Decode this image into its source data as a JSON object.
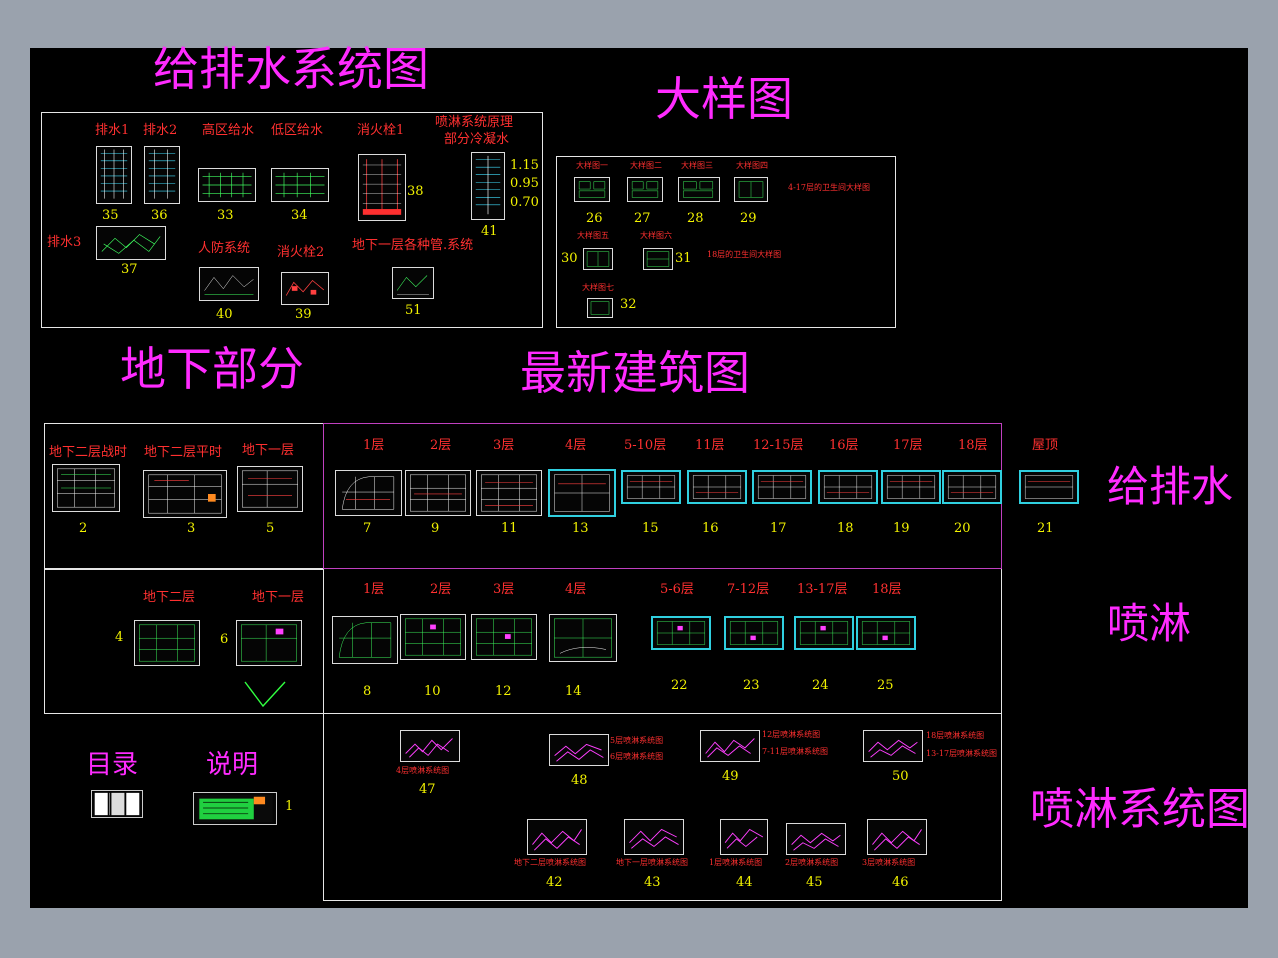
{
  "titles": {
    "water_system": "给排水系统图",
    "detail": "大样图",
    "basement": "地下部分",
    "latest_arch": "最新建筑图",
    "water_side": "给排水",
    "sprinkler_side": "喷淋",
    "sprinkler_system": "喷淋系统图"
  },
  "water_system_panel": {
    "items": [
      {
        "label": "排水1",
        "num": "35"
      },
      {
        "label": "排水2",
        "num": "36"
      },
      {
        "label": "高区给水",
        "num": "33"
      },
      {
        "label": "低区给水",
        "num": "34"
      },
      {
        "label": "消火栓1",
        "num": "38"
      },
      {
        "label": "喷淋系统原理",
        "num": "41"
      },
      {
        "label": "部分冷凝水",
        "num": ""
      },
      {
        "label": "排水3",
        "num": "37"
      },
      {
        "label": "人防系统",
        "num": "40"
      },
      {
        "label": "消火栓2",
        "num": "39"
      },
      {
        "label": "地下一层各种管.系统",
        "num": "51"
      }
    ],
    "values": [
      "1.15",
      "0.95",
      "0.70"
    ]
  },
  "detail_panel": {
    "items": [
      {
        "label": "大样图一",
        "num": "26"
      },
      {
        "label": "大样图二",
        "num": "27"
      },
      {
        "label": "大样图三",
        "num": "28"
      },
      {
        "label": "大样图四",
        "num": "29"
      },
      {
        "label": "大样图五",
        "num": "30"
      },
      {
        "label": "大样图六",
        "num": "31"
      },
      {
        "label": "大样图七",
        "num": "32"
      }
    ],
    "notes": [
      "4-17层的卫生间大样图",
      "18层的卫生间大样图"
    ]
  },
  "basement_water": [
    {
      "label": "地下二层战时",
      "num": "2"
    },
    {
      "label": "地下二层平时",
      "num": "3"
    },
    {
      "label": "地下一层",
      "num": "5"
    }
  ],
  "basement_sprinkler": [
    {
      "label": "地下二层",
      "num": "4"
    },
    {
      "label": "地下一层",
      "num": "6"
    }
  ],
  "arch_water_floors": [
    {
      "label": "1层",
      "num": "7"
    },
    {
      "label": "2层",
      "num": "9"
    },
    {
      "label": "3层",
      "num": "11"
    },
    {
      "label": "4层",
      "num": "13"
    },
    {
      "label": "5-10层",
      "num": "15"
    },
    {
      "label": "11层",
      "num": "16"
    },
    {
      "label": "12-15层",
      "num": "17"
    },
    {
      "label": "16层",
      "num": "18"
    },
    {
      "label": "17层",
      "num": "19"
    },
    {
      "label": "18层",
      "num": "20"
    },
    {
      "label": "屋顶",
      "num": "21"
    }
  ],
  "arch_sprinkler_floors": [
    {
      "label": "1层",
      "num": "8"
    },
    {
      "label": "2层",
      "num": "10"
    },
    {
      "label": "3层",
      "num": "12"
    },
    {
      "label": "4层",
      "num": "14"
    },
    {
      "label": "5-6层",
      "num": "22"
    },
    {
      "label": "7-12层",
      "num": "23"
    },
    {
      "label": "13-17层",
      "num": "24"
    },
    {
      "label": "18层",
      "num": "25"
    }
  ],
  "index": {
    "toc_label": "目录",
    "notes_label": "说明",
    "notes_num": "1"
  },
  "sprinkler_sys": {
    "row1": [
      {
        "caption": "4层喷淋系统图",
        "num": "47"
      },
      {
        "caption1": "5层喷淋系统图",
        "caption2": "6层喷淋系统图",
        "num": "48"
      },
      {
        "caption1": "12层喷淋系统图",
        "caption2": "7-11层喷淋系统图",
        "num": "49"
      },
      {
        "caption1": "18层喷淋系统图",
        "caption2": "13-17层喷淋系统图",
        "num": "50"
      }
    ],
    "row2": [
      {
        "caption": "地下二层喷淋系统图",
        "num": "42"
      },
      {
        "caption": "地下一层喷淋系统图",
        "num": "43"
      },
      {
        "caption": "1层喷淋系统图",
        "num": "44"
      },
      {
        "caption": "2层喷淋系统图",
        "num": "45"
      },
      {
        "caption": "3层喷淋系统图",
        "num": "46"
      }
    ]
  },
  "colors": {
    "magenta": "#ff2bff",
    "red_label": "#ff3030",
    "number": "#f2f200",
    "frame_cyan": "#30d0e0",
    "background": "#000000",
    "outer": "#9aa2ad"
  }
}
